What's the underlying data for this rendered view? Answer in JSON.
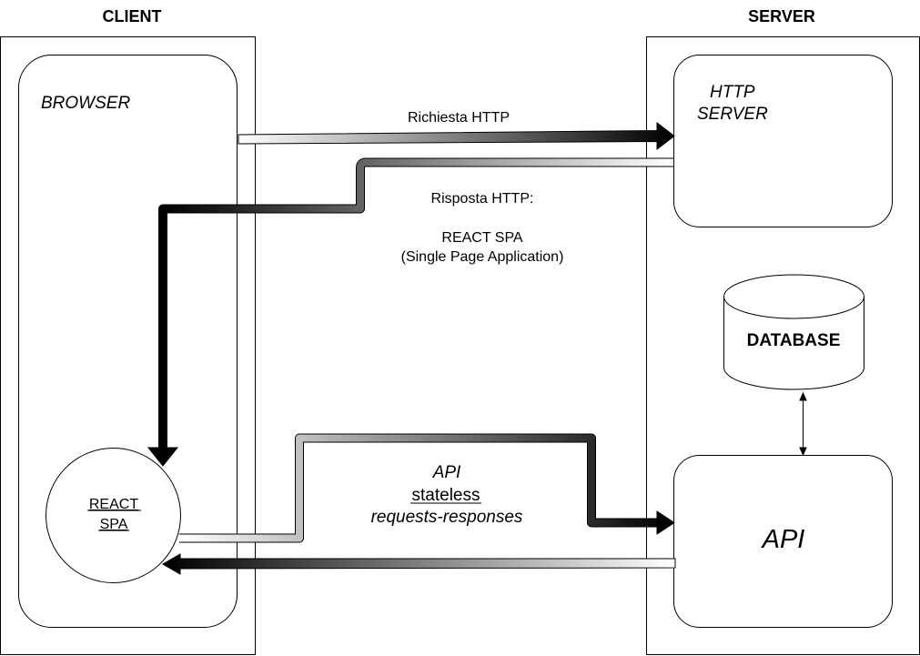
{
  "client": {
    "title": "CLIENT",
    "browser_label": "BROWSER"
  },
  "server": {
    "title": "SERVER",
    "http_server_line1": "HTTP",
    "http_server_line2": "SERVER",
    "database_label": "DATABASE",
    "api_label": "API"
  },
  "react_spa": {
    "line1": "REACT",
    "line2": "SPA"
  },
  "request": {
    "label": "Richiesta HTTP"
  },
  "response": {
    "line1": "Risposta HTTP:",
    "line2": "REACT SPA",
    "line3": "(Single Page Application)"
  },
  "api_flow": {
    "line1": "API",
    "line2": "stateless",
    "line3": "requests-responses"
  }
}
